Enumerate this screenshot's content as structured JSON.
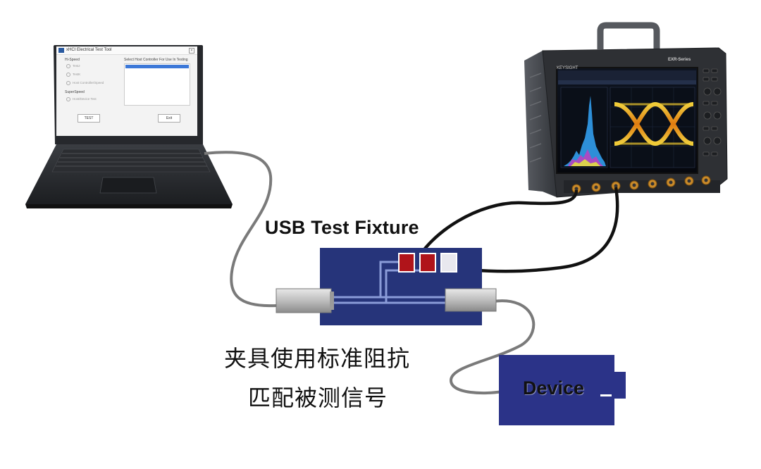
{
  "diagram": {
    "fixture_title": "USB Test Fixture",
    "device_label": "Device",
    "caption_line1": "夹具使用标准阻抗",
    "caption_line2": "匹配被测信号"
  },
  "laptop_app": {
    "title": "xHCI Electrical Test Tool",
    "hi_speed_group": "Hi-Speed",
    "hi_speed_options": [
      "TestJ",
      "TestK",
      "Host Controller/Speed"
    ],
    "superspeed_group": "SuperSpeed",
    "superspeed_options": [
      "Host/Device Test"
    ],
    "select_label": "Select Host Controller For Use In Testing",
    "test_button": "TEST",
    "exit_button": "Exit"
  },
  "oscilloscope": {
    "brand": "KEYSIGHT",
    "series": "EXR-Series"
  },
  "colors": {
    "fixture_blue": "#26347a",
    "device_blue": "#2b3388",
    "cable": "#111111",
    "usb_cable": "#7a7a7a",
    "connector_red": "#b0141a"
  }
}
